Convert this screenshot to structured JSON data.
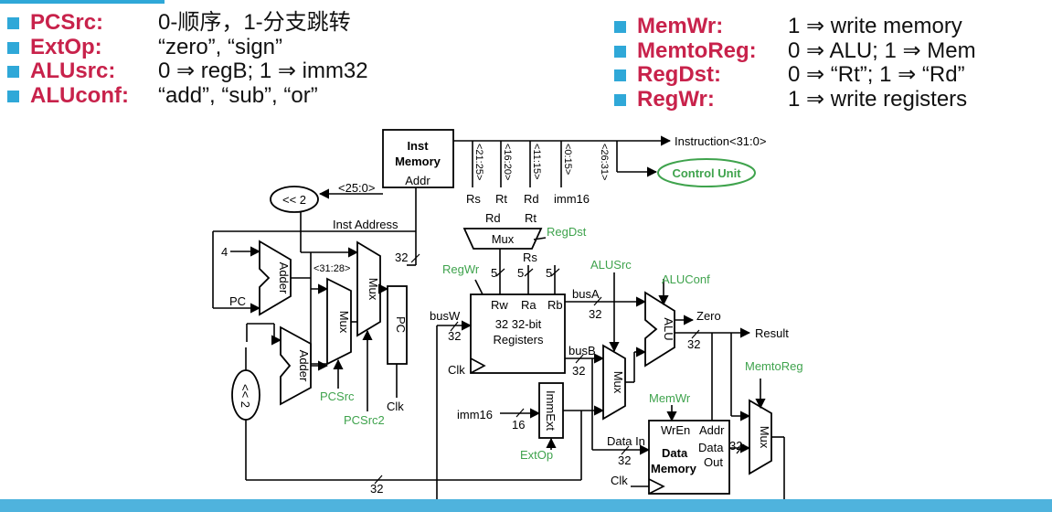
{
  "legend_left": [
    {
      "signal": "PCSrc:",
      "desc": "0-顺序，1-分支跳转"
    },
    {
      "signal": "ExtOp:",
      "desc": "“zero”, “sign”"
    },
    {
      "signal": "ALUsrc:",
      "desc": "0 ⇒ regB; 1 ⇒ imm32"
    },
    {
      "signal": "ALUconf:",
      "desc": "“add”, “sub”, “or”"
    }
  ],
  "legend_right": [
    {
      "signal": "MemWr:",
      "desc": "1 ⇒ write memory"
    },
    {
      "signal": "MemtoReg:",
      "desc": "0 ⇒ ALU; 1 ⇒ Mem"
    },
    {
      "signal": "RegDst:",
      "desc": "0 ⇒ “Rt”; 1 ⇒ “Rd”"
    },
    {
      "signal": "RegWr:",
      "desc": "1 ⇒ write registers"
    }
  ],
  "colors": {
    "signal_red": "#c8224b",
    "control_green": "#3fa34d",
    "bullet_blue": "#2fa8d8"
  },
  "diagram": {
    "inst_memory": {
      "title1": "Inst",
      "title2": "Memory",
      "addr": "Addr"
    },
    "instruction_out": "Instruction<31:0>",
    "control_unit": "Control Unit",
    "fields": {
      "f1": "<21:25>",
      "f2": "<16:20>",
      "f3": "<11:15>",
      "f4": "<0:15>",
      "f5": "<26:31>"
    },
    "field_outputs": {
      "rs": "Rs",
      "rt": "Rt",
      "rd": "Rd",
      "imm16": "imm16"
    },
    "shift_top": "<< 2",
    "target_bits": "<25:0>",
    "inst_address": "Inst Address",
    "four": "4",
    "pc_in": "PC",
    "adder": "Adder",
    "mux": "Mux",
    "bits_31_28": "<31:28>",
    "pc_reg": "PC",
    "width32": "32",
    "width5": "5",
    "width16": "16",
    "clk": "Clk",
    "pcsrc": "PCSrc",
    "pcsrc2": "PCSrc2",
    "shift_left": "<< 2",
    "regdst_mux_in": {
      "rd": "Rd",
      "rt": "Rt"
    },
    "regdst": "RegDst",
    "rs_label": "Rs",
    "regwr": "RegWr",
    "registers": {
      "rw": "Rw",
      "ra": "Ra",
      "rb": "Rb",
      "line1": "32 32-bit",
      "line2": "Registers"
    },
    "busW": "busW",
    "busA": "busA",
    "busB": "busB",
    "alusrc": "ALUSrc",
    "aluconf": "ALUConf",
    "alu": "ALU",
    "zero": "Zero",
    "result": "Result",
    "memtoreg": "MemtoReg",
    "memwr": "MemWr",
    "imm16_in": "imm16",
    "immext": "ImmExt",
    "extop": "ExtOp",
    "data_in": "Data In",
    "data_memory": {
      "wren": "WrEn",
      "addr": "Addr",
      "title1": "Data",
      "title2": "Memory",
      "data": "Data",
      "out": "Out"
    }
  }
}
